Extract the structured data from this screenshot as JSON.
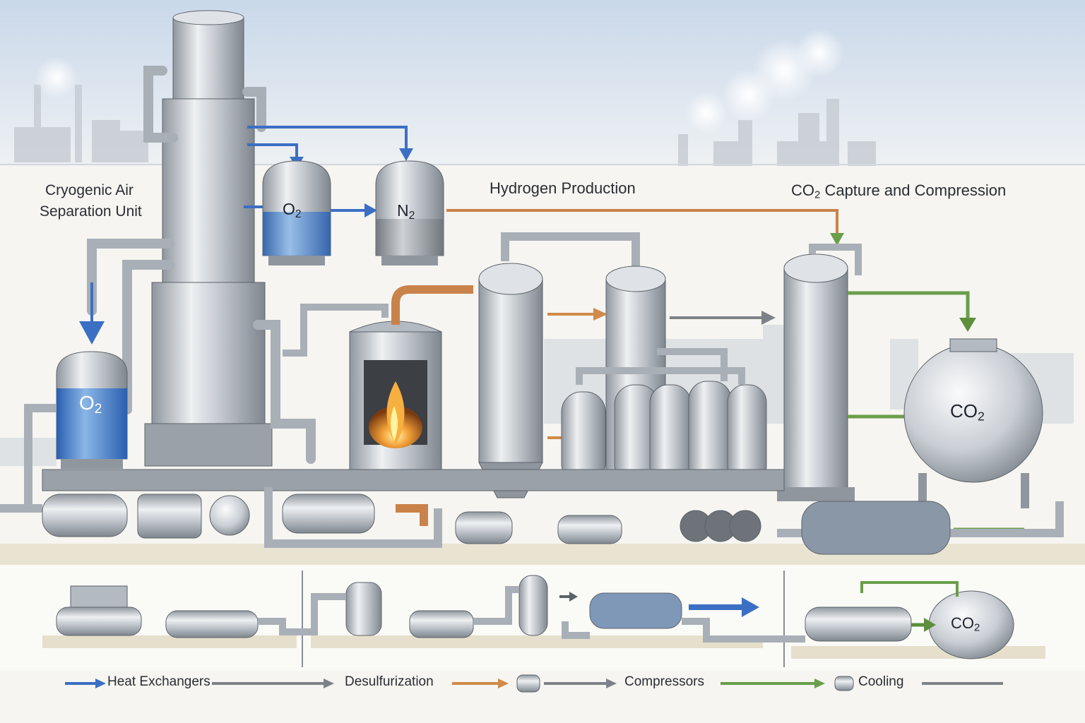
{
  "labels": {
    "cryogenic_line1": "Cryogenic Air",
    "cryogenic_line2": "Separation Unit",
    "hydrogen": "Hydrogen Production",
    "co2_capture_prefix": "CO",
    "co2_capture_sub": "2",
    "co2_capture_suffix": " Capture and Compression"
  },
  "vessels": {
    "o2_top": {
      "symbol": "O",
      "sub": "2"
    },
    "n2_top": {
      "symbol": "N",
      "sub": "2"
    },
    "o2_left": {
      "symbol": "O",
      "sub": "2"
    },
    "co2_sphere": {
      "symbol": "CO",
      "sub": "2"
    },
    "co2_small": {
      "symbol": "CO",
      "sub": "2"
    }
  },
  "legend": [
    {
      "label": "Heat Exchangers",
      "color": "#3b6fc4"
    },
    {
      "label": "Desulfurization",
      "color": "#7d8288"
    },
    {
      "label": "Compressors",
      "color": "#d08a4a"
    },
    {
      "label": "Cooling",
      "color": "#6a9e4a"
    }
  ],
  "colors": {
    "oxygen_blue": "#3b6fc4",
    "hydrogen_orange": "#d08a4a",
    "co2_green": "#6a9e4a",
    "steel": "#c9ced4"
  }
}
